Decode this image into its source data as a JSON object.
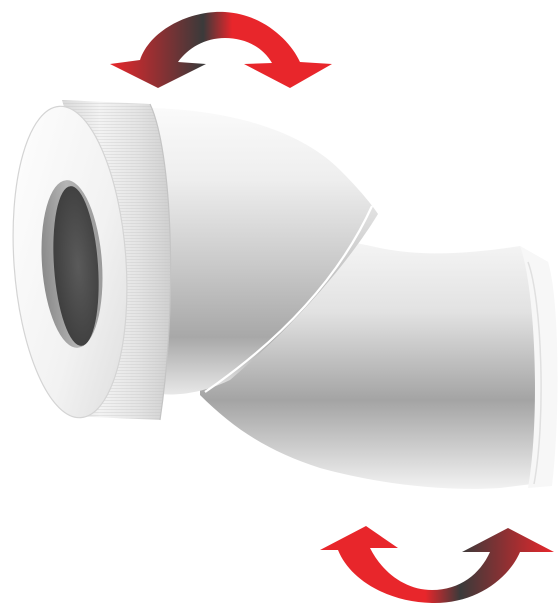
{
  "image": {
    "subject": "offset-pipe-fitting",
    "annotations": [
      "rotation-arrow-top",
      "rotation-arrow-bottom"
    ]
  },
  "colors": {
    "arrow_red": "#e8262b",
    "arrow_dark": "#3a3a3a",
    "pipe_light": "#f4f4f4",
    "pipe_mid": "#cfcfcf",
    "pipe_shadow": "#8e8e8e",
    "bore": "#4a4a4a",
    "background": "#ffffff"
  }
}
